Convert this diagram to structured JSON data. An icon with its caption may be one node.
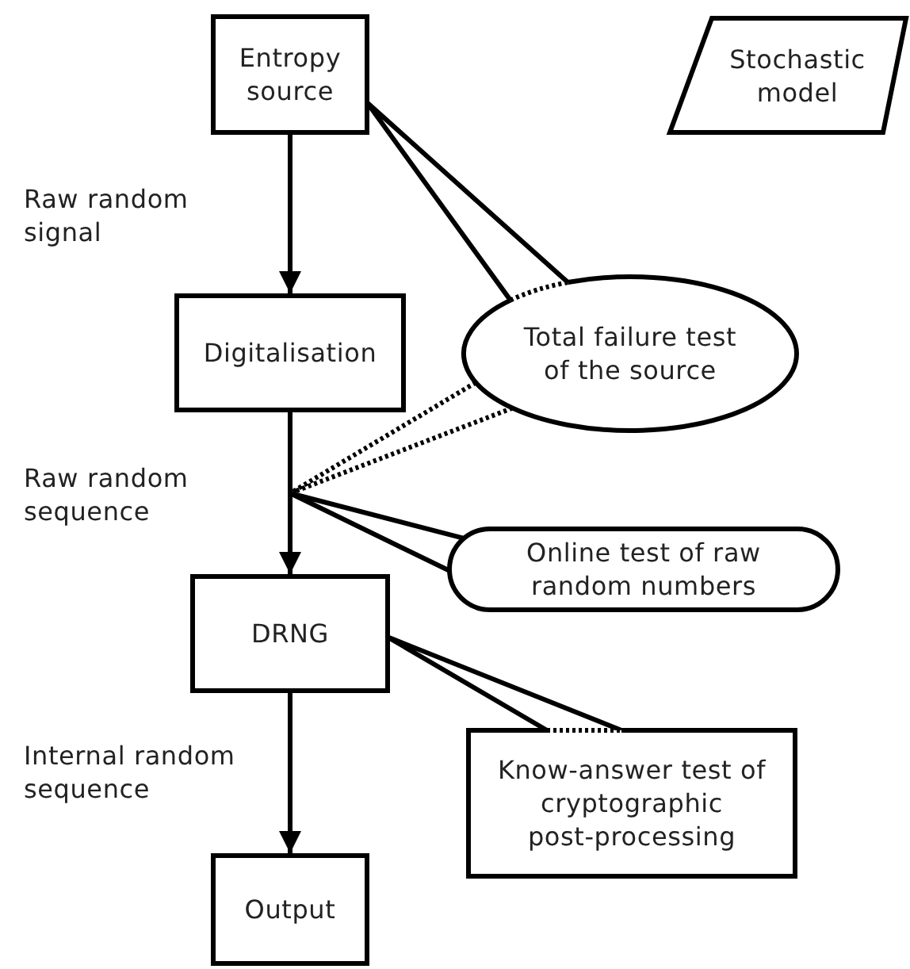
{
  "diagram": {
    "nodes": [
      {
        "text": [
          "Entropy source"
        ]
      },
      {
        "text": [
          "Stochastic model"
        ]
      },
      {
        "text": [
          "Digitalisation"
        ]
      },
      {
        "text": [
          "Total failure test of the source"
        ]
      },
      {
        "text": [
          "Online test of raw random numbers"
        ]
      },
      {
        "text": [
          "DRNG"
        ]
      },
      {
        "text": [
          "Know-answer test of cryptographic post-processing"
        ]
      },
      {
        "text": [
          "Output"
        ]
      }
    ],
    "edges": [
      {
        "from": 0,
        "to": 2,
        "arrow": "to"
      },
      {
        "from": 2,
        "to": 5,
        "arrow": "to"
      },
      {
        "from": 5,
        "to": 7,
        "arrow": "to"
      },
      {
        "from": 3,
        "to": 0,
        "arrow": "none"
      },
      {
        "from": 3,
        "to": null,
        "arrow": "none",
        "style": "dashed"
      },
      {
        "from": 4,
        "to": null,
        "arrow": "none"
      },
      {
        "from": 6,
        "to": 5,
        "arrow": "none"
      }
    ],
    "labels": [
      "Raw random signal",
      "Raw random sequence",
      "Internal random sequence"
    ]
  }
}
